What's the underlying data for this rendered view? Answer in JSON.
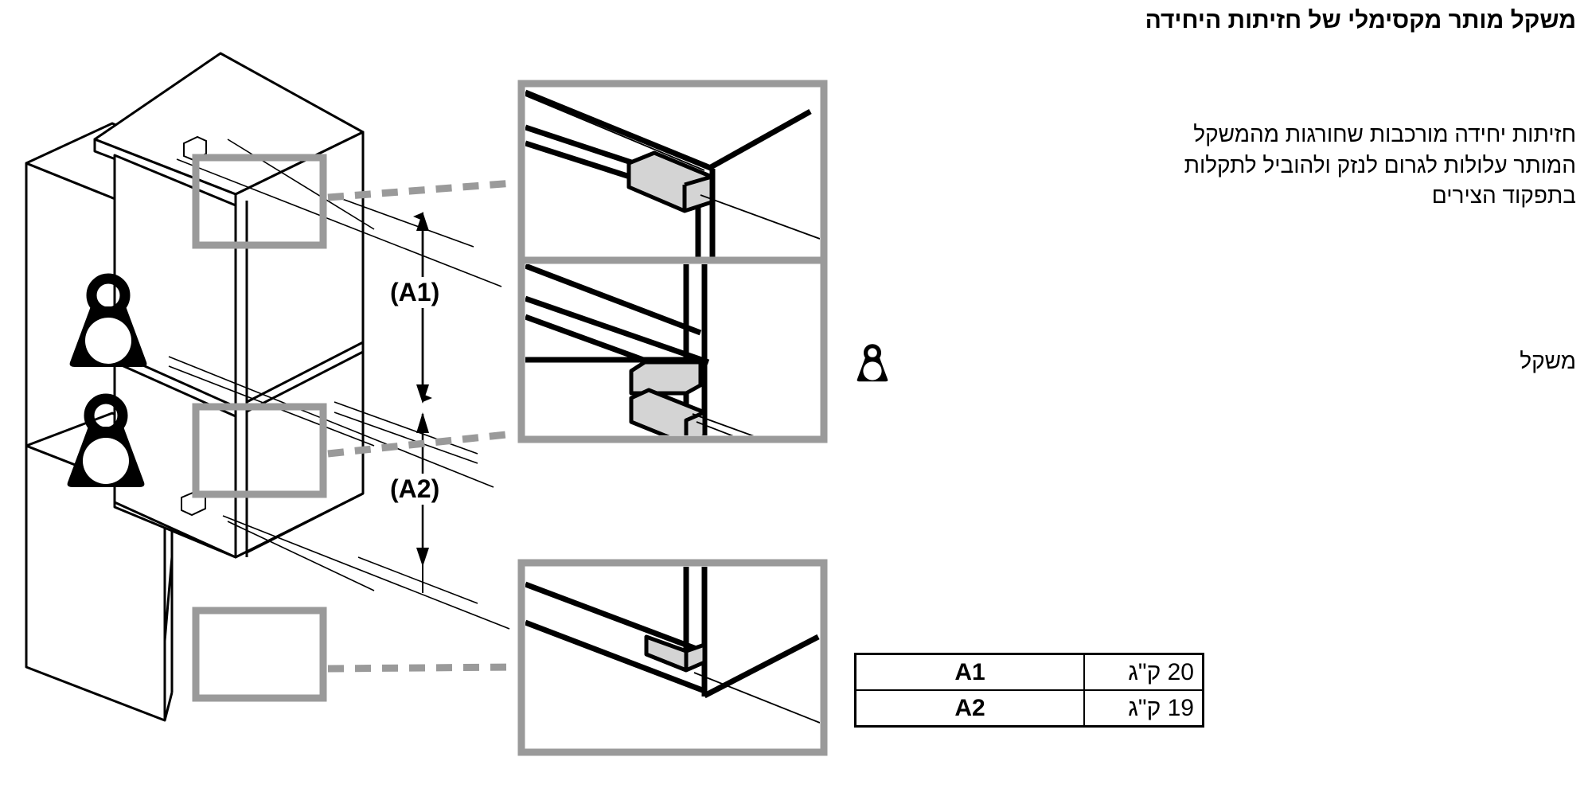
{
  "doc": {
    "title": "משקל מותר מקסימלי של חזיתות היחידה",
    "body_line_1": "חזיתות יחידה מורכבות שחורגות מהמשקל",
    "body_line_2": "המותר עלולות לגרום לנזק ולהוביל לתקלות",
    "body_line_3": "בתפקוד הצירים",
    "weight_label": "משקל"
  },
  "dimensions": {
    "a1_label": "(A1)",
    "a2_label": "(A2)"
  },
  "table": {
    "rows": [
      {
        "code": "A1",
        "value": "20 ק\"ג"
      },
      {
        "code": "A2",
        "value": "19 ק\"ג"
      }
    ]
  },
  "icons": {
    "weight_door_top": "weight-icon",
    "weight_door_bottom": "weight-icon",
    "weight_legend": "weight-icon"
  },
  "colors": {
    "line": "#000000",
    "callout_frame": "#9a9a9a",
    "leader_dash": "#9a9a9a",
    "part_fill": "#d4d4d4",
    "background": "#ffffff"
  },
  "detail_views": [
    {
      "name": "top-hinge-detail",
      "position": "top"
    },
    {
      "name": "middle-hinge-detail",
      "position": "middle"
    },
    {
      "name": "bottom-hinge-detail",
      "position": "bottom"
    }
  ]
}
